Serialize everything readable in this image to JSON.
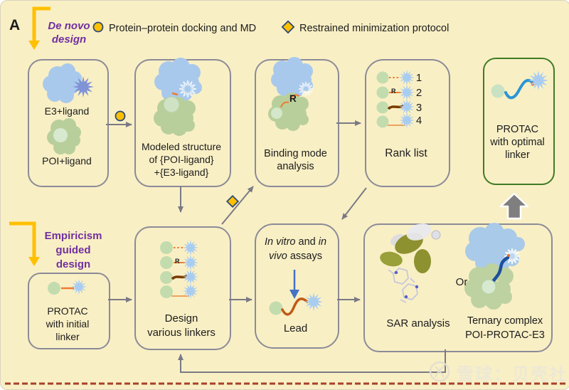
{
  "panel_label": "A",
  "legend": {
    "de_novo": [
      "De novo",
      "design"
    ],
    "docking": "Protein–protein docking and MD",
    "minimization": "Restrained minimization protocol",
    "empiricism": [
      "Empiricism",
      "guided",
      "design"
    ]
  },
  "boxes": {
    "inputs": {
      "e3": "E3+ligand",
      "poi": "POI+ligand"
    },
    "modeled": {
      "lines": [
        "Modeled structure",
        "of {POI-ligand}",
        "+{E3-ligand}"
      ]
    },
    "binding": {
      "lines": [
        "Binding mode",
        "analysis"
      ],
      "r": "R"
    },
    "rank": {
      "label": "Rank list",
      "ranks": [
        "1",
        "2",
        "3",
        "4"
      ],
      "r": "R"
    },
    "optimal": {
      "lines": [
        "PROTAC",
        "with optimal",
        "linker"
      ]
    },
    "initial": {
      "lines": [
        "PROTAC",
        "with initial",
        "linker"
      ]
    },
    "design": {
      "lines": [
        "Design",
        "various linkers"
      ],
      "r": "R"
    },
    "assays": {
      "l1_i1": "In vitro",
      "l1_t": " and ",
      "l1_i2": "in",
      "l2_i": "vivo",
      "l2_t": " assays",
      "lead": "Lead"
    },
    "sar": {
      "label": "SAR analysis",
      "or": "Or",
      "ternary": [
        "Ternary complex",
        "POI-PROTAC-E3"
      ]
    }
  },
  "watermark": "雪球：贝壳社",
  "colors": {
    "background": "#f9efc5",
    "box_border": "#8b8b97",
    "green_border": "#3e7c23",
    "purple": "#7030a0",
    "yellow": "#ffc000",
    "navy_ring": "#2e4a7a",
    "gray_arrow": "#7a7a85",
    "blue_blob": "#a9c9ec",
    "green_blob": "#b8cf9b",
    "orange_linker": "#ed7d31",
    "brown_linker": "#7b3a00",
    "optimal_wave": "#2a96d4",
    "ternary_wave": "#1d4f9e",
    "lead_wave": "#c05a15",
    "dashed_rule": "#a8402c"
  }
}
